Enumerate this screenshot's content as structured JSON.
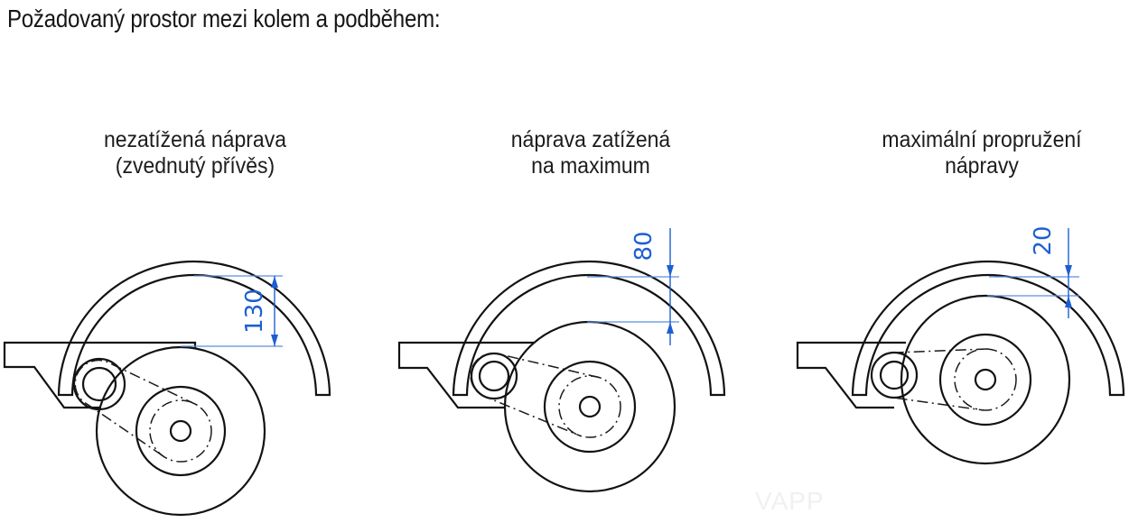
{
  "page": {
    "title": "Požadovaný prostor mezi kolem a podběhem:",
    "watermark": "VAPP"
  },
  "colors": {
    "line_black": "#121212",
    "dimension_blue": "#1d5fd2",
    "extension_blue": "#5b8fdd",
    "watermark_gray": "#eff1f1"
  },
  "diagrams": [
    {
      "id": "unloaded-axle",
      "caption_line1": "nezatížená náprava",
      "caption_line2": "(zvednutý přívěs)",
      "clearance_value": "130"
    },
    {
      "id": "axle-loaded-to-maximum",
      "caption_line1": "náprava zatížená",
      "caption_line2": "na maximum",
      "clearance_value": "80"
    },
    {
      "id": "maximum-axle-travel",
      "caption_line1": "maximální propružení",
      "caption_line2": "nápravy",
      "clearance_value": "20"
    }
  ]
}
